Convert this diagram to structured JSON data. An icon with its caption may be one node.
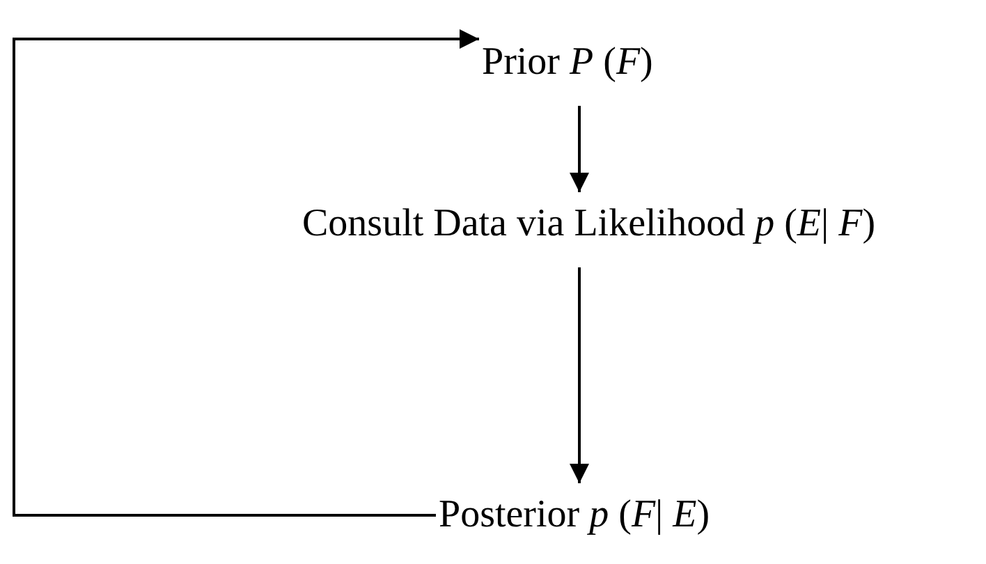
{
  "diagram": {
    "nodes": [
      {
        "text": [
          "Prior *P* (*F*)"
        ]
      },
      {
        "text": [
          "Consult Data via Likelihood *p* (*E*| *F*)"
        ]
      },
      {
        "text": [
          "Posterior *p* (*F*| *E*)"
        ]
      }
    ],
    "edges": [
      {
        "from": 0,
        "to": 1,
        "arrow": "to"
      },
      {
        "from": 1,
        "to": 2,
        "arrow": "to"
      },
      {
        "from": 2,
        "to": 0,
        "arrow": "to"
      }
    ]
  }
}
